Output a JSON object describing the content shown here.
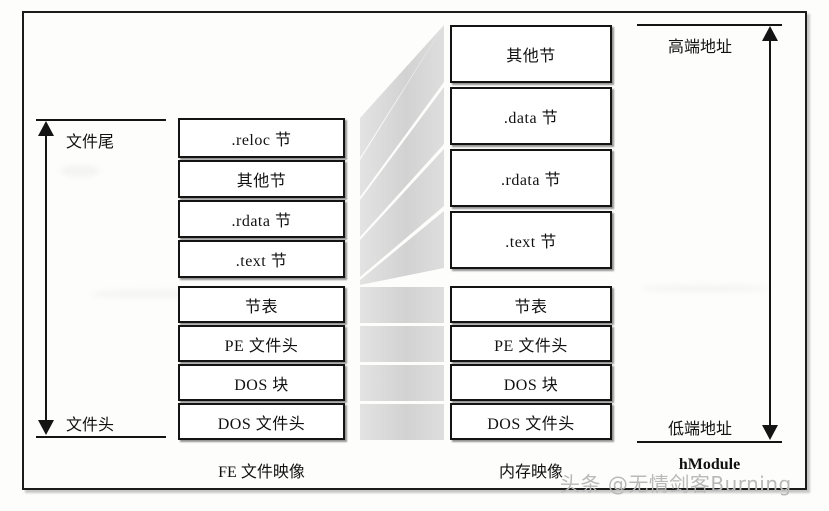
{
  "figure": {
    "title_hidden": "",
    "file_column": {
      "caption": "FE 文件映像",
      "blocks": [
        {
          "label": ".reloc 节"
        },
        {
          "label": "其他节"
        },
        {
          "label": ".rdata 节"
        },
        {
          "label": ".text 节"
        },
        {
          "label": "节表"
        },
        {
          "label": "PE 文件头"
        },
        {
          "label": "DOS 块"
        },
        {
          "label": "DOS 文件头"
        }
      ]
    },
    "memory_column": {
      "caption": "内存映像",
      "blocks": [
        {
          "label": "其他节"
        },
        {
          "label": ".data 节"
        },
        {
          "label": ".rdata 节"
        },
        {
          "label": ".text 节"
        },
        {
          "label": "节表"
        },
        {
          "label": "PE 文件头"
        },
        {
          "label": "DOS 块"
        },
        {
          "label": "DOS 文件头"
        }
      ]
    },
    "left_axis": {
      "top_label": "文件尾",
      "bottom_label": "文件头"
    },
    "right_axis": {
      "top_label": "高端地址",
      "bottom_label": "低端地址",
      "caption": "hModule"
    },
    "colors": {
      "ink": "#141414",
      "paper": "#fdfdfc",
      "connector_band": "#d6d6d6",
      "watermark": "#b9b9b9"
    }
  },
  "watermark": {
    "text": "头条 @无情剑客Burning"
  }
}
